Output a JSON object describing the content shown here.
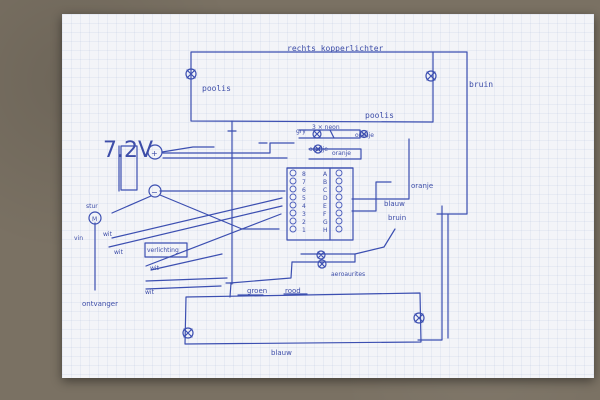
{
  "labels": {
    "top_title": "rechts kopperlichter",
    "top_left_lamp": "poolis",
    "top_right_lamp": "bruin",
    "top_bottom": "poolis",
    "voltage": "7.2V",
    "minus": "−",
    "plus": "+",
    "upper_small_1": "oranje",
    "upper_small_2": "oranje",
    "upper_small_3": "oranje",
    "upper_small_4": "gry",
    "upper_small_5": "3 × neon",
    "right_orange": "oranje",
    "right_blue": "blauw",
    "right_bruin": "bruin",
    "middle_note": "verlichting",
    "bottom_note": "aeroaurites",
    "bottom_left": "ontvanger",
    "bottom_green": "groen",
    "bottom_strike": "rood",
    "bottom_blue": "blauw",
    "left_small_1": "stur",
    "left_small_2": "vin",
    "left_small_3": "M",
    "left_small_4": "wit",
    "left_small_5": "wit",
    "left_small_6": "wit",
    "left_small_7": "wit"
  },
  "rows": {
    "left_numbers": [
      "8",
      "7",
      "6",
      "5",
      "4",
      "3",
      "2",
      "1"
    ],
    "right_letters": [
      "A",
      "B",
      "C",
      "D",
      "E",
      "F",
      "G",
      "H"
    ]
  }
}
